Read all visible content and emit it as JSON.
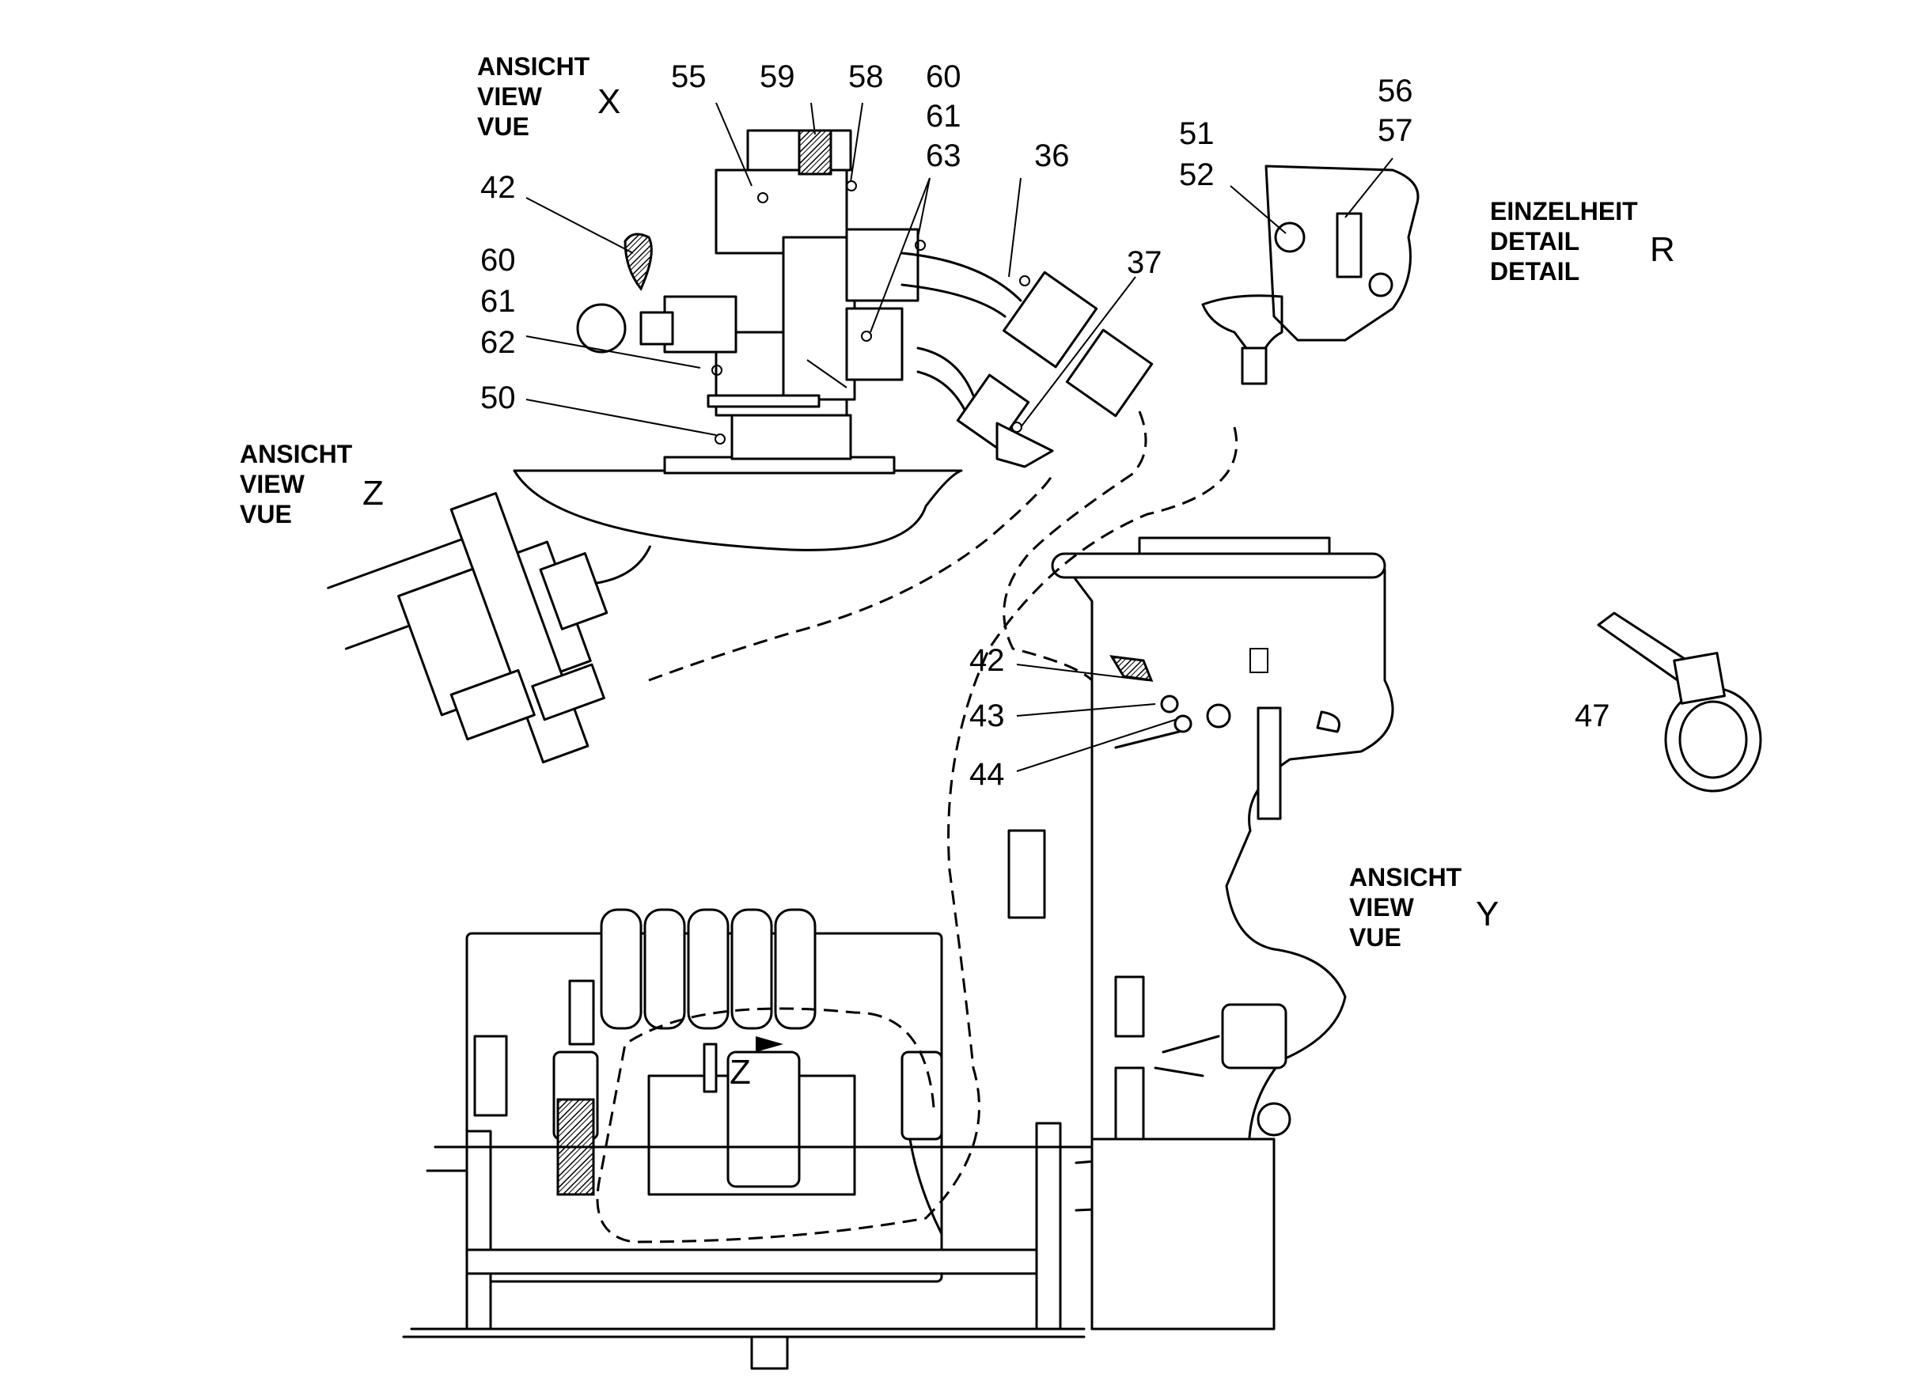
{
  "views": {
    "x": {
      "lines": [
        "ANSICHT",
        "VIEW",
        "VUE"
      ],
      "letter": "X"
    },
    "z": {
      "lines": [
        "ANSICHT",
        "VIEW",
        "VUE"
      ],
      "letter": "Z"
    },
    "y": {
      "lines": [
        "ANSICHT",
        "VIEW",
        "VUE"
      ],
      "letter": "Y"
    },
    "r": {
      "lines": [
        "EINZELHEIT",
        "DETAIL",
        "DETAIL"
      ],
      "letter": "R"
    }
  },
  "section_marker": "Z",
  "callouts": {
    "c55": "55",
    "c59": "59",
    "c58": "58",
    "c60a": "60",
    "c61a": "61",
    "c63": "63",
    "c36": "36",
    "c37": "37",
    "c42a": "42",
    "c60b": "60",
    "c61b": "61",
    "c62": "62",
    "c50": "50",
    "c51": "51",
    "c52": "52",
    "c56": "56",
    "c57": "57",
    "c42b": "42",
    "c43": "43",
    "c44": "44",
    "c47": "47"
  }
}
